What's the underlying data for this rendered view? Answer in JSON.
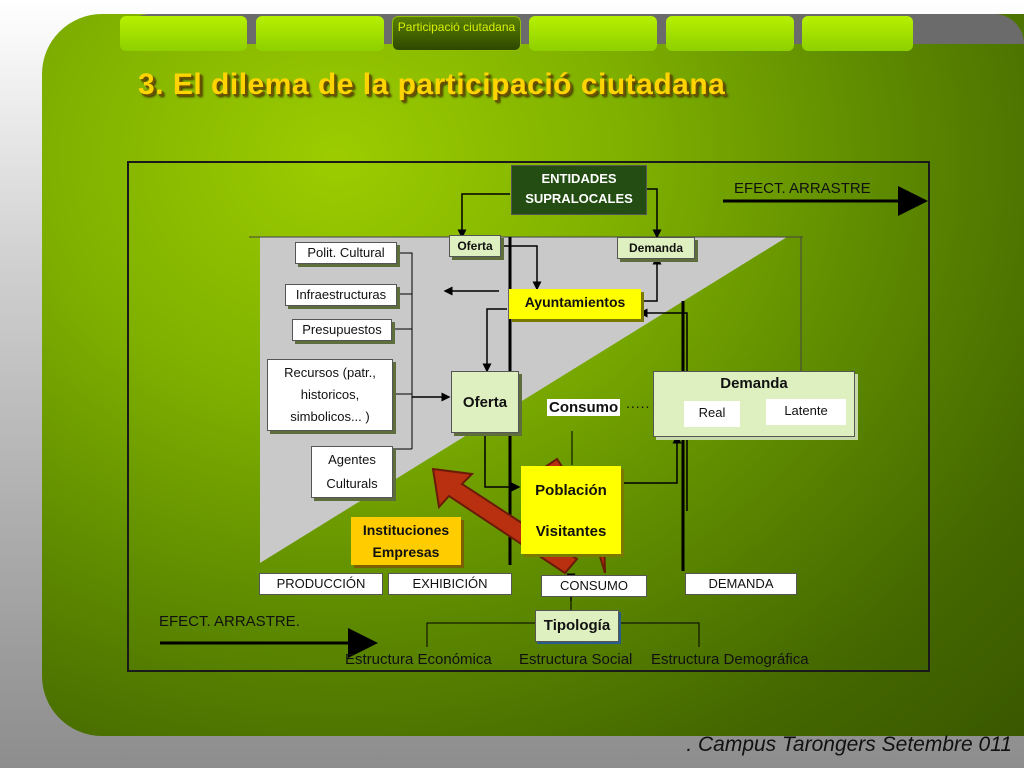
{
  "nav": {
    "active_label": "Participació ciutadana"
  },
  "title": "3. El dilema de la participació ciutadana",
  "diagram": {
    "entidades": "ENTIDADES SUPRALOCALES",
    "efect_top": "EFECT. ARRASTRE",
    "efect_bottom": "EFECT. ARRASTRE.",
    "oferta_small": "Oferta",
    "demanda_small": "Demanda",
    "ayuntamientos": "Ayuntamientos",
    "left_items": [
      "Polit. Cultural",
      "Infraestructuras",
      "Presupuestos"
    ],
    "recursos": [
      "Recursos (patr.,",
      "historicos,",
      "simbolicos... )"
    ],
    "agentes": [
      "Agentes",
      "Culturals"
    ],
    "oferta_main": "Oferta",
    "consumo": "Consumo",
    "consumo_dots": ".....",
    "demanda_box": {
      "title": "Demanda",
      "real": "Real",
      "latente": "Latente"
    },
    "poblacion": [
      "Población",
      "Visitantes"
    ],
    "instituciones": [
      "Instituciones",
      "Empresas"
    ],
    "stages": [
      "PRODUCCIÓN",
      "EXHIBICIÓN",
      "CONSUMO",
      "DEMANDA"
    ],
    "tipologia": "Tipología",
    "estructuras": [
      "Estructura Económica",
      "Estructura Social",
      "Estructura Demográfica"
    ]
  },
  "footer": ". Campus Tarongers Setembre 011",
  "colors": {
    "title": "#ffd400",
    "yellow_box": "#ffff00",
    "red_arrow": "#b83010",
    "dark_green_box": "#234d12",
    "light_green_box": "#dff0c0"
  }
}
